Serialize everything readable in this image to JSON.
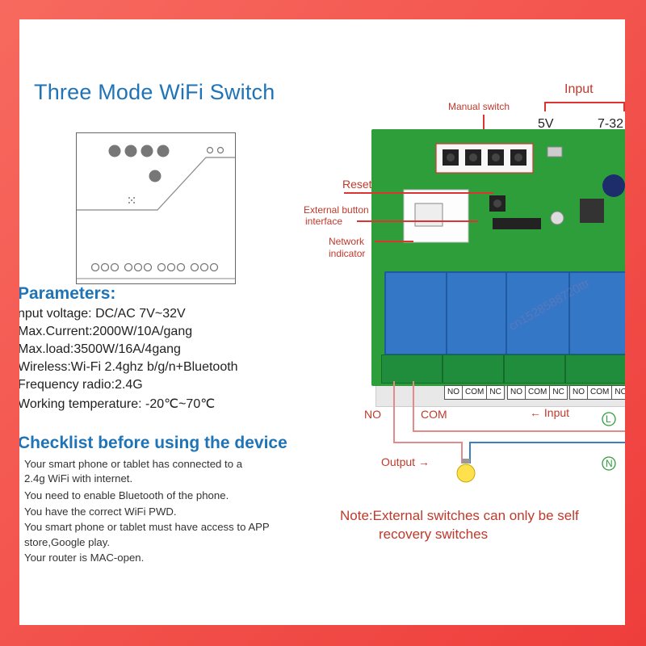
{
  "title": "Three Mode WiFi Switch",
  "parameters": {
    "heading": "Parameters:",
    "rows": [
      "nput voltage:  DC/AC 7V~32V",
      "Max.Current:2000W/10A/gang",
      "Max.load:3500W/16A/4gang",
      "Wireless:Wi-Fi 2.4ghz b/g/n+Bluetooth",
      "Frequency radio:2.4G",
      "Working temperature: -20℃~70℃"
    ]
  },
  "checklist": {
    "heading": "Checklist before using the device",
    "rows": [
      "Your smart phone or tablet has connected to a",
      "2.4g WiFi with internet.",
      "You need to enable Bluetooth of the phone.",
      "You have the correct WiFi PWD.",
      "You smart phone or tablet must have access to APP",
      "store,Google play.",
      "Your router is MAC-open."
    ]
  },
  "diagram": {
    "input_label": "Input",
    "v5_label": "5V",
    "v7_label": "7-32",
    "manual_switch": "Manual switch",
    "reset": "Reset",
    "external_button_1": "External button",
    "external_button_2": "interface",
    "network_1": "Network",
    "network_2": "indicator",
    "no_label": "NO",
    "com_label": "COM",
    "input_arrow": "←  Input",
    "output_arrow": "Output  →",
    "l_symbol": "L",
    "n_symbol": "N",
    "terminal_labels": [
      "NO",
      "COM",
      "NC"
    ],
    "watermark": "cn1528588720ttr"
  },
  "note": {
    "line1": "Note:External switches can only be self",
    "line2": "recovery switches"
  },
  "colors": {
    "accent": "#1f73b7",
    "red": "#c0392b",
    "frame": "#ee3e3c",
    "board": "#2e9e3b",
    "relay": "#3477c7"
  }
}
